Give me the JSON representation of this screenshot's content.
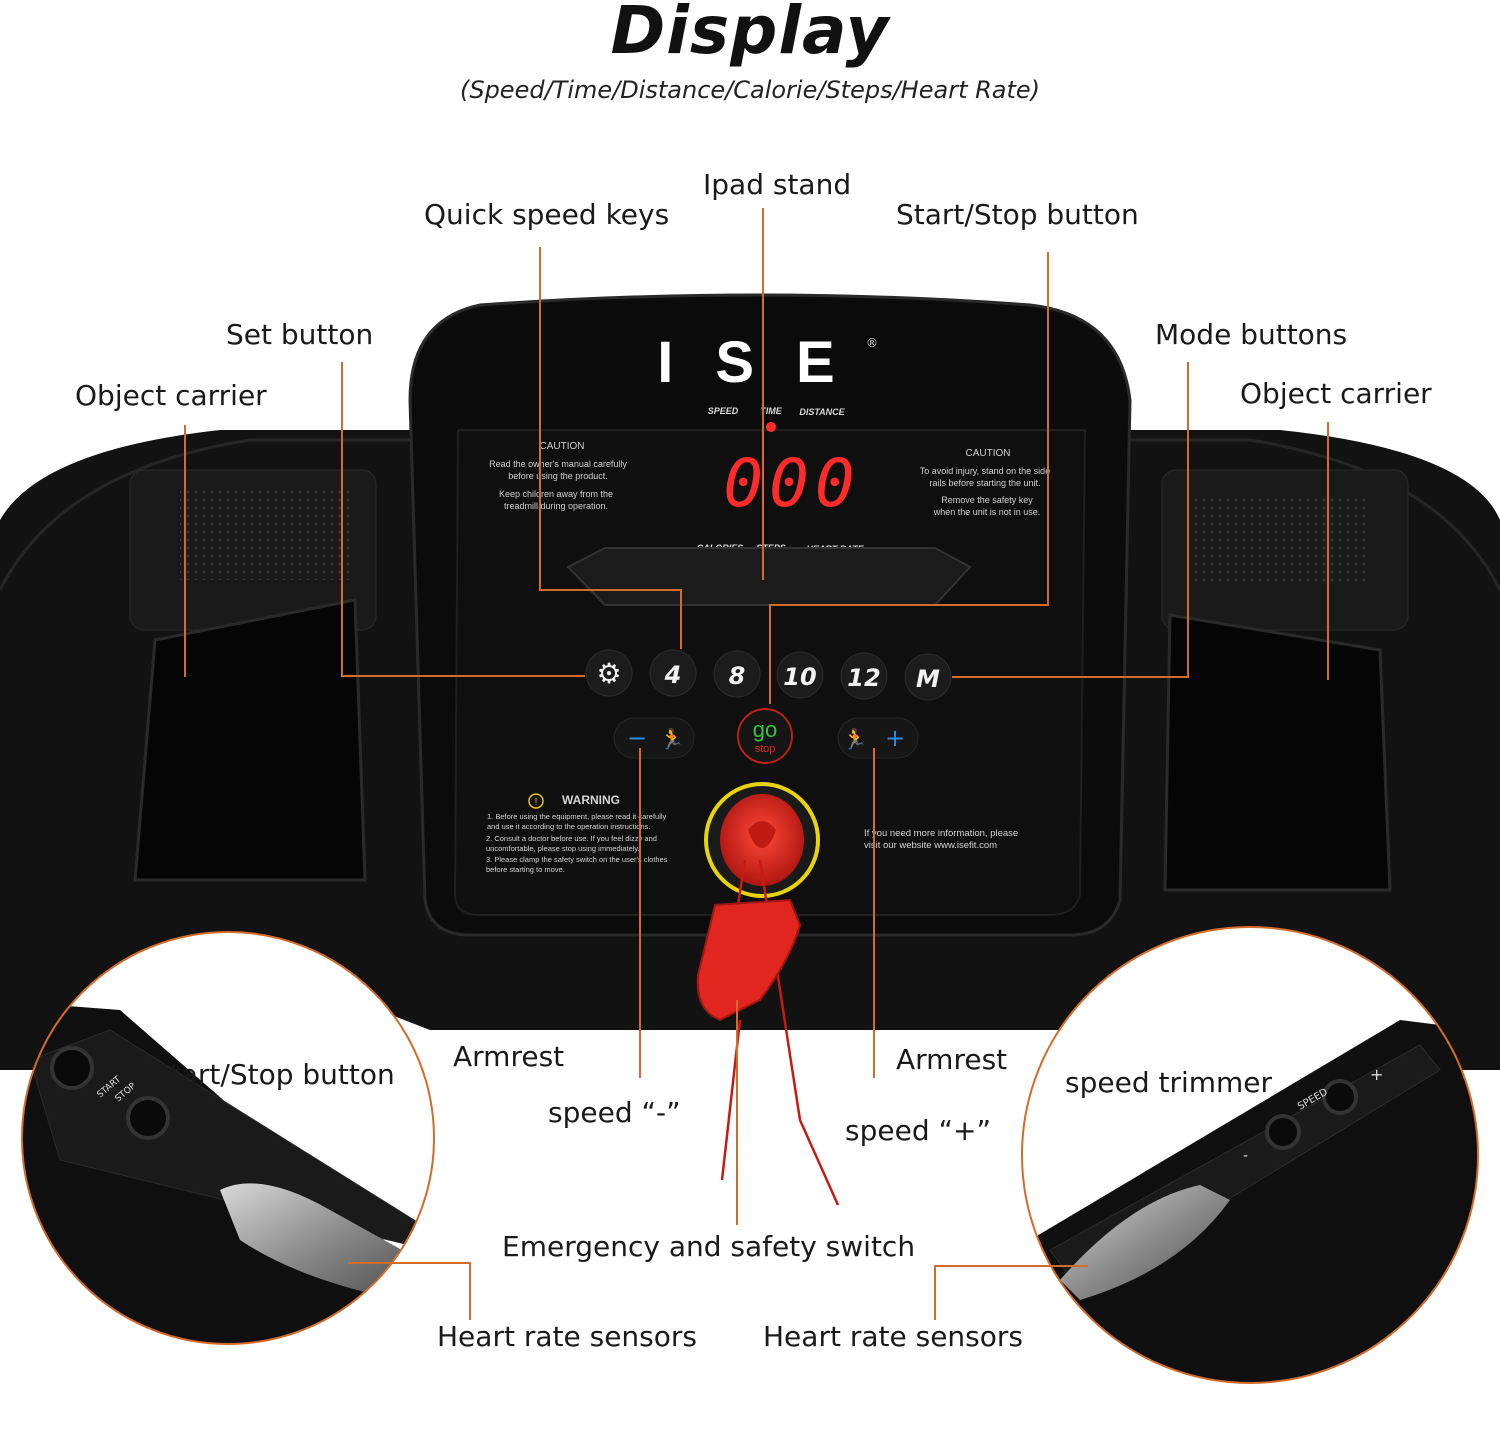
{
  "header": {
    "title": "Display",
    "subtitle": "(Speed/Time/Distance/Calorie/Steps/Heart Rate)"
  },
  "callouts": {
    "ipad_stand": "Ipad stand",
    "quick_speed_keys": "Quick speed keys",
    "start_stop_button": "Start/Stop button",
    "set_button": "Set button",
    "mode_buttons": "Mode buttons",
    "object_carrier_left": "Object carrier",
    "object_carrier_right": "Object carrier",
    "armrest_left": "Armrest",
    "armrest_right": "Armrest",
    "speed_minus": "speed “-”",
    "speed_plus": "speed “+”",
    "start_stop_inset": "Start/Stop button",
    "speed_trimmer": "speed trimmer",
    "emergency_switch": "Emergency and safety switch",
    "heart_rate_left": "Heart rate sensors",
    "heart_rate_right": "Heart rate sensors"
  },
  "console": {
    "brand": "ISE",
    "brand_mark": "®",
    "top_indicators": [
      "SPEED",
      "TIME",
      "DISTANCE"
    ],
    "bottom_indicators": [
      "CALORIES",
      "STEPS",
      "HEART RATE"
    ],
    "readout": "000",
    "caution_left_title": "CAUTION",
    "caution_left_lines": [
      "Read the owner's manual carefully",
      "before using the product.",
      "Keep children away from the",
      "treadmill during operation."
    ],
    "caution_right_title": "CAUTION",
    "caution_right_lines": [
      "To avoid injury, stand on the side",
      "rails before starting the unit.",
      "Remove the safety key",
      "when the unit is not in use."
    ],
    "speed_keys": [
      "4",
      "8",
      "10",
      "12",
      "M"
    ],
    "go_label": "go",
    "stop_label": "stop",
    "warning_title": "WARNING",
    "warning_lines": [
      "1. Before using the equipment, please read it carefully",
      "and use it according to the operation instructions.",
      "2. Consult a doctor before use. If you feel dizzy and",
      "uncomfortable, please stop using immediately.",
      "3. Please clamp the safety switch on the user's clothes",
      "before starting to move."
    ],
    "info_lines": [
      "If you need more information, please",
      "visit our website www.isefit.com"
    ],
    "minus_symbol": "−",
    "plus_symbol": "+"
  },
  "insets": {
    "left_label_start": "START",
    "left_label_stop": "STOP",
    "right_label_speed": "SPEED",
    "right_plus": "+",
    "right_minus": "-"
  },
  "colors": {
    "leader": "#d36b2a",
    "console": "#111111",
    "display_red": "#ff2a2a",
    "accent_blue": "#2e8be6",
    "safety_red": "#e0261f",
    "safety_ring": "#e8d40a"
  }
}
